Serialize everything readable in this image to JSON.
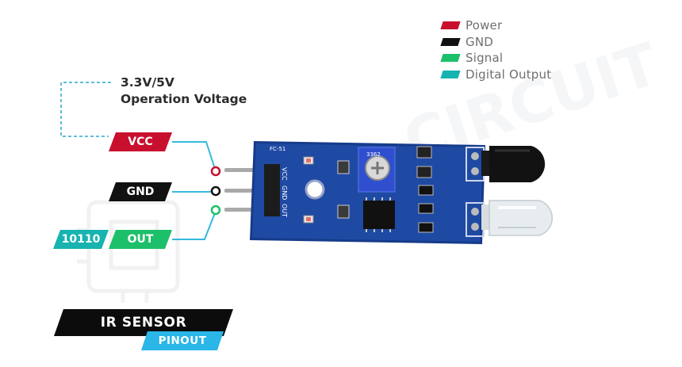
{
  "legend": [
    {
      "label": "Power",
      "color": "#c8102e"
    },
    {
      "label": "GND",
      "color": "#111111"
    },
    {
      "label": "Signal",
      "color": "#1cc06a"
    },
    {
      "label": "Digital Output",
      "color": "#17b3b0"
    }
  ],
  "voltage": {
    "line1": "3.3V/5V",
    "line2": "Operation Voltage"
  },
  "pins": {
    "vcc": "VCC",
    "gnd": "GND",
    "out": "OUT",
    "digital": "10110"
  },
  "board": {
    "pin_header_labels": [
      "VCC",
      "GND",
      "OUT"
    ],
    "potentiometer_text": "3362",
    "module_code": "FC-51"
  },
  "title": {
    "main": "IR SENSOR",
    "sub": "PINOUT"
  },
  "watermark": "CIRCUIT"
}
